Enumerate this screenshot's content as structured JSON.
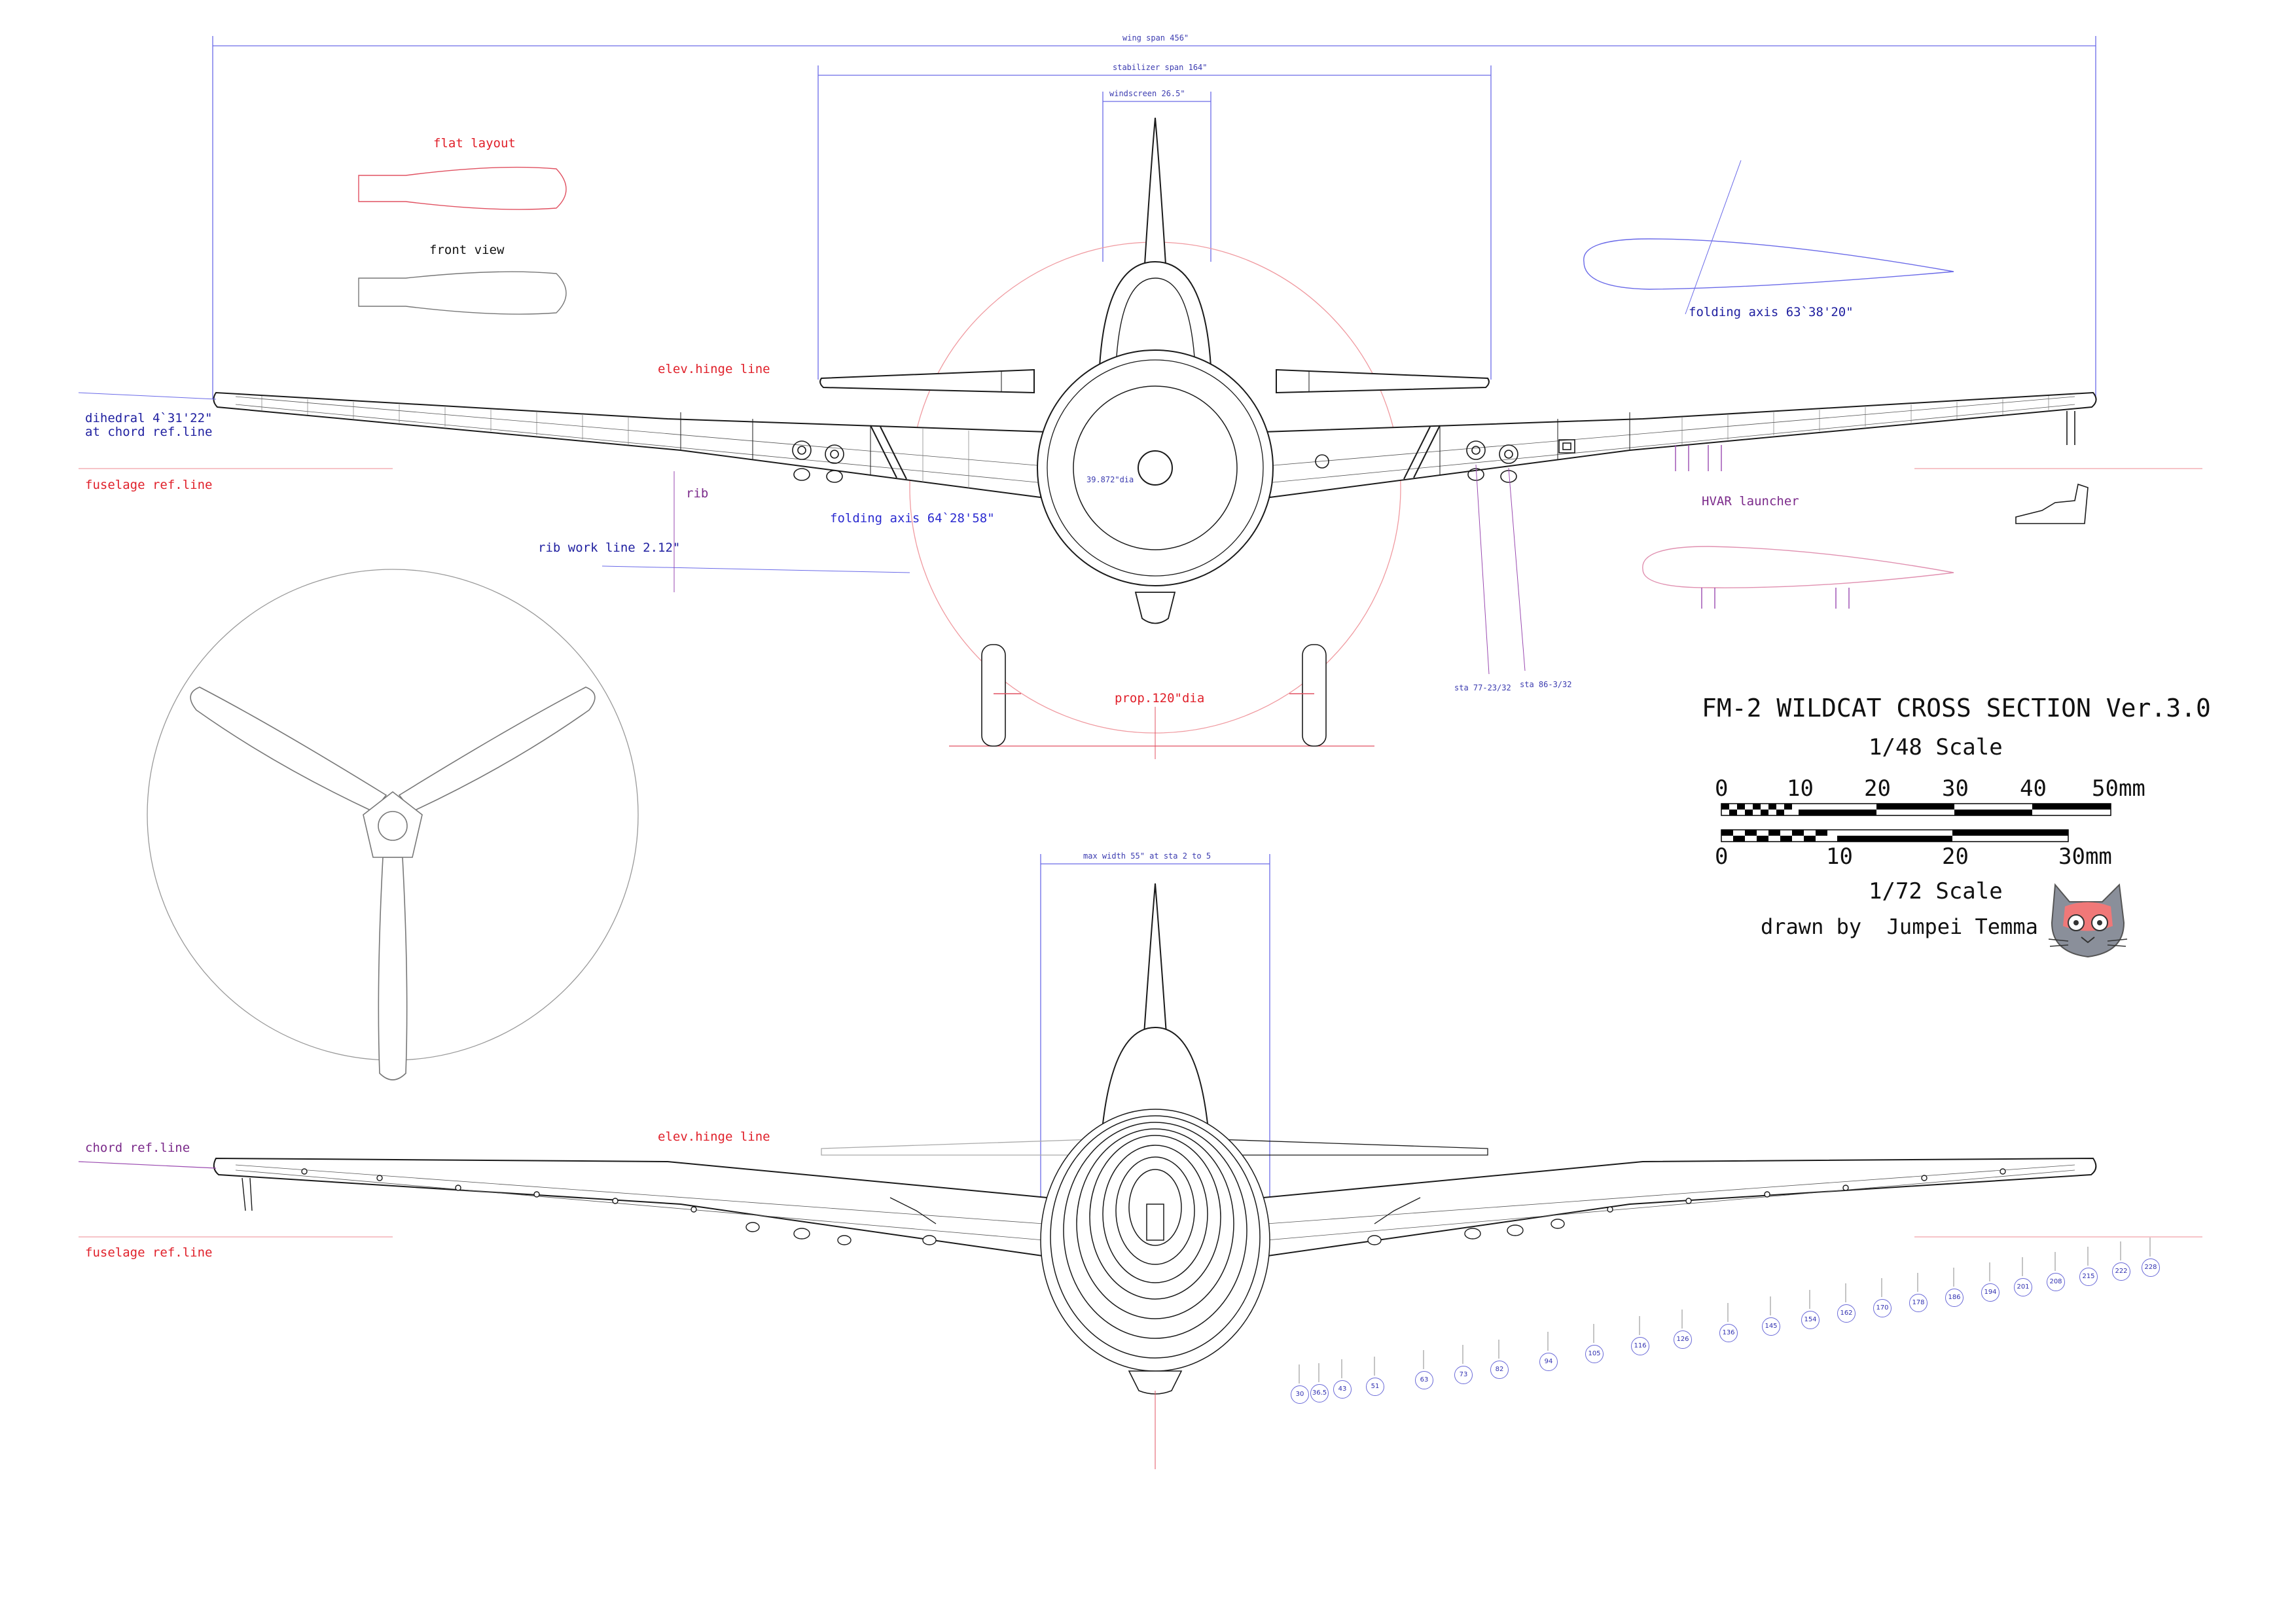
{
  "title": {
    "main": "FM-2 WILDCAT CROSS SECTION Ver.3.0",
    "scale_48": "1/48 Scale",
    "scale_72": "1/72 Scale",
    "drawn_by": "drawn by  Jumpei Temma",
    "ruler_48_labels": [
      "0",
      "10",
      "20",
      "30",
      "40",
      "50mm"
    ],
    "ruler_72_labels": [
      "0",
      "10",
      "20",
      "30mm"
    ]
  },
  "dims": {
    "wing_span": "wing span 456\"",
    "stab_span": "stabilizer span 164\"",
    "windscreen": "windscreen 26.5\"",
    "max_width": "max width 55\" at sta 2 to 5",
    "cowl_dia": "39.872\"dia",
    "prop_dia": "prop.120\"dia"
  },
  "labels": {
    "flat_layout": "flat layout",
    "front_view": "front view",
    "folding_axis_top": "folding axis 63`38'20\"",
    "elev_hinge_1": "elev.hinge line",
    "elev_hinge_2": "elev.hinge line",
    "dihedral_1": "dihedral 4`31'22\"",
    "dihedral_2": "at chord ref.line",
    "fuselage_ref_1": "fuselage ref.line",
    "fuselage_ref_2": "fuselage ref.line",
    "rib": "rib",
    "rib_work_line": "rib work line 2.12\"",
    "folding_axis_mid": "folding axis 64`28'58\"",
    "hvar": "HVAR launcher",
    "sta_1": "sta 77-23/32",
    "sta_2": "sta 86-3/32",
    "chord_ref": "chord ref.line"
  },
  "stations": [
    "30",
    "36.5",
    "43",
    "51",
    "63",
    "73",
    "82",
    "94",
    "105",
    "116",
    "126",
    "136",
    "145",
    "154",
    "162",
    "170",
    "178",
    "186",
    "194",
    "201",
    "208",
    "215",
    "222",
    "228"
  ],
  "colors": {
    "line": "#1a1a1a",
    "dim_blue": "#4a4ae0",
    "ref_red": "#e03040",
    "guide_purple": "#9a4ab0",
    "mascot_pink": "#f07878",
    "mascot_gray": "#8a8f9a"
  }
}
